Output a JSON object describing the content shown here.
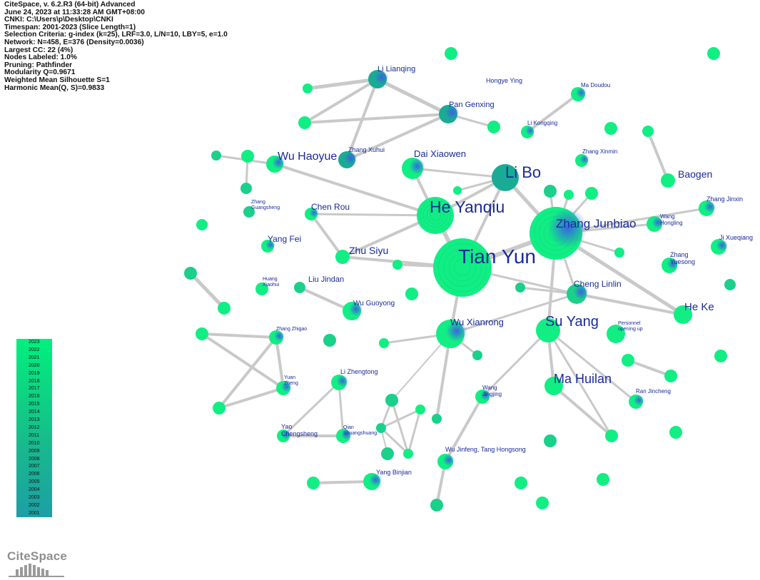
{
  "info": {
    "lines": [
      "CiteSpace, v. 6.2.R3 (64-bit) Advanced",
      "June 24, 2023 at 11:33:28 AM GMT+08:00",
      "CNKI: C:\\Users\\p\\Desktop\\CNKI",
      "Timespan: 2001-2023 (Slice Length=1)",
      "Selection Criteria: g-index (k=25), LRF=3.0, L/N=10, LBY=5, e=1.0",
      "Network: N=458, E=376 (Density=0.0036)",
      "Largest CC: 22 (4%)",
      "Nodes Labeled: 1.0%",
      "Pruning: Pathfinder",
      "Modularity Q=0.9671",
      "Weighted Mean Silhouette S=1",
      "Harmonic Mean(Q, S)=0.9833"
    ]
  },
  "legend": {
    "years": [
      "2023",
      "2022",
      "2021",
      "2020",
      "2019",
      "2018",
      "2017",
      "2016",
      "2015",
      "2014",
      "2013",
      "2012",
      "2011",
      "2010",
      "2009",
      "2008",
      "2007",
      "2006",
      "2005",
      "2004",
      "2003",
      "2002",
      "2001"
    ],
    "colors": {
      "new": "#00f07e",
      "old": "#1c9fa6"
    }
  },
  "logo": {
    "text": "CiteSpace"
  },
  "colors": {
    "edge": "#c9c9c9",
    "label": "#1a2a9a",
    "node_new": "#11ee84",
    "node_mid": "#1bd08a",
    "node_old": "#1aab94",
    "burst": "#3b5ee8"
  },
  "nodes": {
    "tian_yun": {
      "label": "Tian Yun",
      "year": 2022
    },
    "zhang_junbiao": {
      "label": "Zhang Junbiao",
      "year": 2021
    },
    "he_yanqiu": {
      "label": "He Yanqiu",
      "year": 2022
    },
    "li_bo": {
      "label": "Li Bo",
      "year": 2015
    },
    "su_yang": {
      "label": "Su Yang",
      "year": 2020
    },
    "wu_xianrong": {
      "label": "Wu Xianrong",
      "year": 2021
    },
    "ma_huilan": {
      "label": "Ma Huilan",
      "year": 2020
    },
    "wu_haoyue": {
      "label": "Wu Haoyue",
      "year": 2021
    },
    "dai_xiaowen": {
      "label": "Dai Xiaowen",
      "year": 2022
    },
    "cheng_linlin": {
      "label": "Cheng Linlin",
      "year": 2019
    },
    "he_ke": {
      "label": "He Ke",
      "year": 2021
    },
    "baogen": {
      "label": "Baogen",
      "year": 2021
    },
    "zhu_siyu": {
      "label": "Zhu Siyu",
      "year": 2022
    },
    "chen_rou": {
      "label": "Chen Rou",
      "year": 2022
    },
    "yang_fei": {
      "label": "Yang Fei",
      "year": 2022
    },
    "liu_jindan": {
      "label": "Liu Jindan"
    },
    "wu_guoyong": {
      "label": "Wu Guoyong",
      "year": 2022
    },
    "li_lianqing": {
      "label": "Li Lianqing",
      "year": 2016
    },
    "pan_genxing": {
      "label": "Pan Genxing",
      "year": 2016
    },
    "zhang_xuhui": {
      "label": "Zhang Xuhui",
      "year": 2016
    },
    "hongye_ying": {
      "label": "Hongye Ying"
    },
    "ma_doudou": {
      "label": "Ma Doudou",
      "year": 2020
    },
    "li_kongqing": {
      "label": "Li Kongqing",
      "year": 2021
    },
    "zhang_xinmin": {
      "label": "Zhang Xinmin",
      "year": 2022
    },
    "zhang_jinxin": {
      "label": "Zhang Jinxin",
      "year": 2022
    },
    "wang_hongling": {
      "label": "Wang Hongling",
      "year": 2022
    },
    "ji_xueqiang": {
      "label": "Ji Xueqiang",
      "year": 2022
    },
    "zhang_yuesong": {
      "label": "Zhang Yuesong",
      "year": 2022
    },
    "zhang_guangsheng": {
      "label": "Zhang Guangsheng",
      "year": 2018
    },
    "huang_xiaohui": {
      "label": "Huang Xiaohui",
      "year": 2021
    },
    "zhang_zhigao": {
      "label": "Zhang Zhigao",
      "year": 2020
    },
    "yuan_zheng": {
      "label": "Yuan Zheng",
      "year": 2021
    },
    "li_zhengtong": {
      "label": "Li Zhengtong",
      "year": 2021
    },
    "yao_chengsheng": {
      "label": "Yao Chengsheng",
      "year": 2021
    },
    "qian_shuangshuang": {
      "label": "Qian Shuangshuang",
      "year": 2021
    },
    "yang_binjian": {
      "label": "Yang Binjian",
      "year": 2022
    },
    "wang_jingjing": {
      "label": "Wang Jingjing",
      "year": 2021
    },
    "wu_jinfeng": {
      "label": "Wu Jinfeng, Tang Hongsong",
      "year": 2021
    },
    "personnel": {
      "label": "Personnel opening up",
      "year": 2020
    },
    "ran_jincheng": {
      "label": "Ran Jincheng",
      "year": 2021
    }
  }
}
